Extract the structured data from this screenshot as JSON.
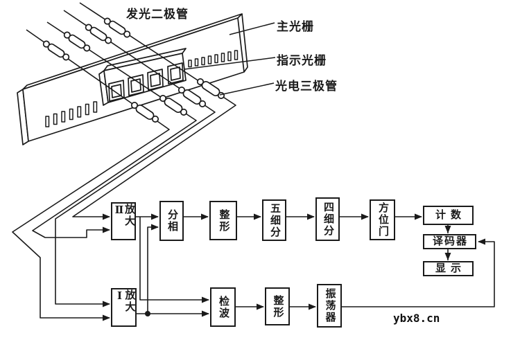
{
  "isometric": {
    "labels": {
      "led": "发光二极管",
      "main_grating": "主光栅",
      "indicator_grating": "指示光栅",
      "phototransistor": "光电三极管"
    }
  },
  "blocks": {
    "amp2": {
      "label": "放大Ⅱ"
    },
    "phase": {
      "label": "分相"
    },
    "shape1": {
      "label": "整形"
    },
    "five": {
      "label": "五细分"
    },
    "four": {
      "label": "四细分"
    },
    "gate": {
      "label": "方位门"
    },
    "count": {
      "label": "计数"
    },
    "decoder": {
      "label": "译码器"
    },
    "display": {
      "label": "显示"
    },
    "amp1": {
      "label": "放大Ⅰ"
    },
    "detect": {
      "label": "检波"
    },
    "shape2": {
      "label": "整形"
    },
    "osc": {
      "label": "振荡器"
    }
  },
  "watermark": "ybx8.cn",
  "colors": {
    "line": "#1a1a1a",
    "background": "#ffffff"
  }
}
